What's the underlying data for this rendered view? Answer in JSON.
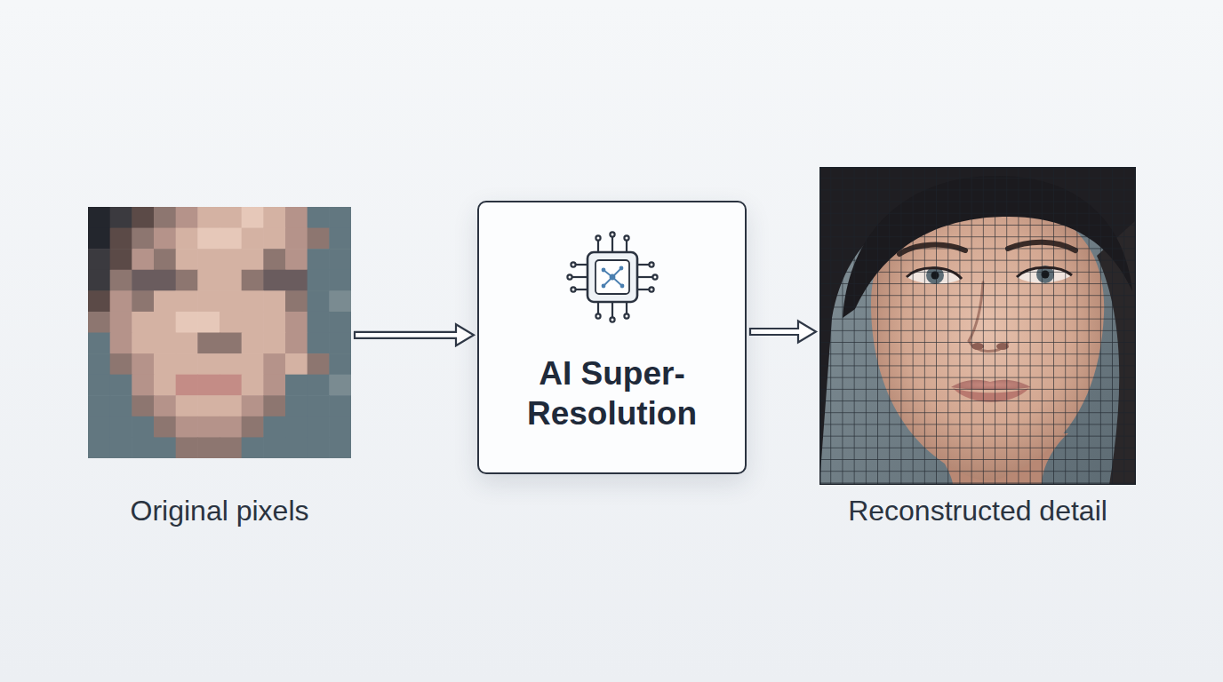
{
  "diagram": {
    "nodes": [
      {
        "text": [
          "Original pixels"
        ]
      },
      {
        "text": [
          "AI Super- Resolution"
        ]
      },
      {
        "text": [
          "Reconstructed detail"
        ]
      }
    ],
    "edges": [
      {
        "from": 0,
        "to": 1,
        "arrow": "to"
      },
      {
        "from": 1,
        "to": 2,
        "arrow": "to"
      }
    ]
  }
}
